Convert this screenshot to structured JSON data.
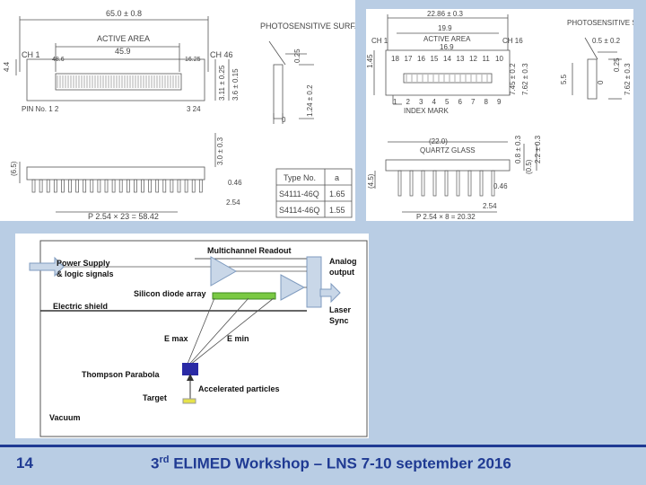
{
  "drawing_left": {
    "overall_width": "65.0 ± 0.8",
    "active_area_label": "ACTIVE AREA",
    "active_area_value": "45.9",
    "ch1": "CH 1",
    "ch46": "CH 46",
    "pin_pitch_left": "48.6",
    "pin_pitch_right": "16.25",
    "height_a": "4.4",
    "pin_no": "PIN No. 1 2",
    "pin_no_right": "3 24",
    "dim_v1": "3.11 ± 0.25",
    "dim_v2": "3.6 ± 0.15",
    "photosens_label": "PHOTOSENSITIVE SURFACE",
    "dim_025": "0.25",
    "dim_124": "1.24 ± 0.2",
    "dim_0": "0",
    "side_height": "(6.5)",
    "side_dim": "3.0 ± 0.3",
    "pin_046": "0.46",
    "pin_254": "2.54",
    "pin_row": "P 2.54 × 23 = 58.42",
    "table": {
      "headers": [
        "Type No.",
        "a"
      ],
      "rows": [
        [
          "S4111-46Q",
          "1.65"
        ],
        [
          "S4114-46Q",
          "1.55"
        ]
      ]
    }
  },
  "drawing_right": {
    "overall_width": "22.86 ± 0.3",
    "inner_width": "19.9",
    "active_area_label": "ACTIVE AREA",
    "active_value": "16.9",
    "ch1": "CH 1",
    "ch16": "CH 16",
    "pin_numbers_top": [
      "18",
      "17",
      "16",
      "15",
      "14",
      "13",
      "12",
      "11",
      "10"
    ],
    "pin_numbers_bottom": [
      "1",
      "2",
      "3",
      "4",
      "5",
      "6",
      "7",
      "8",
      "9"
    ],
    "index_mark": "INDEX MARK",
    "photosens_label": "PHOTOSENSITIVE SURFACE",
    "dim_05": "0.5 ± 0.2",
    "dim_025": "0.25",
    "dim_0": "0",
    "dim_v1": "1.45",
    "dim_v2": "7.45 ± 0.2",
    "dim_v3": "7.62 ± 0.3",
    "dim_v4": "5.5",
    "dim_v5": "7.62 ± 0.3",
    "quartz_label": "QUARTZ GLASS",
    "quartz_dim": "(22.0)",
    "side_v1": "0.8 ± 0.3",
    "side_v2": "2.2 ± 0.3",
    "side_v3": "(0.5)",
    "side_left": "(4.5)",
    "pin_046": "0.46",
    "pin_254": "2.54",
    "pin_row": "P 2.54 × 8 = 20.32"
  },
  "schematic": {
    "multichannel_readout": "Multichannel Readout",
    "power_supply": "Power Supply",
    "logic_signals": "& logic signals",
    "analog": "Analog",
    "output": "output",
    "silicon_array": "Silicon diode array",
    "electric_shield": "Electric shield",
    "laser": "Laser",
    "sync": "Sync",
    "e_max": "E max",
    "e_min": "E min",
    "thompson": "Thompson Parabola",
    "accelerated": "Accelerated particles",
    "target": "Target",
    "vacuum": "Vacuum"
  },
  "footer": {
    "page_number": "14",
    "title_prefix": "3",
    "title_sup": "rd",
    "title_rest": " ELIMED Workshop – LNS 7-10 september 2016"
  }
}
